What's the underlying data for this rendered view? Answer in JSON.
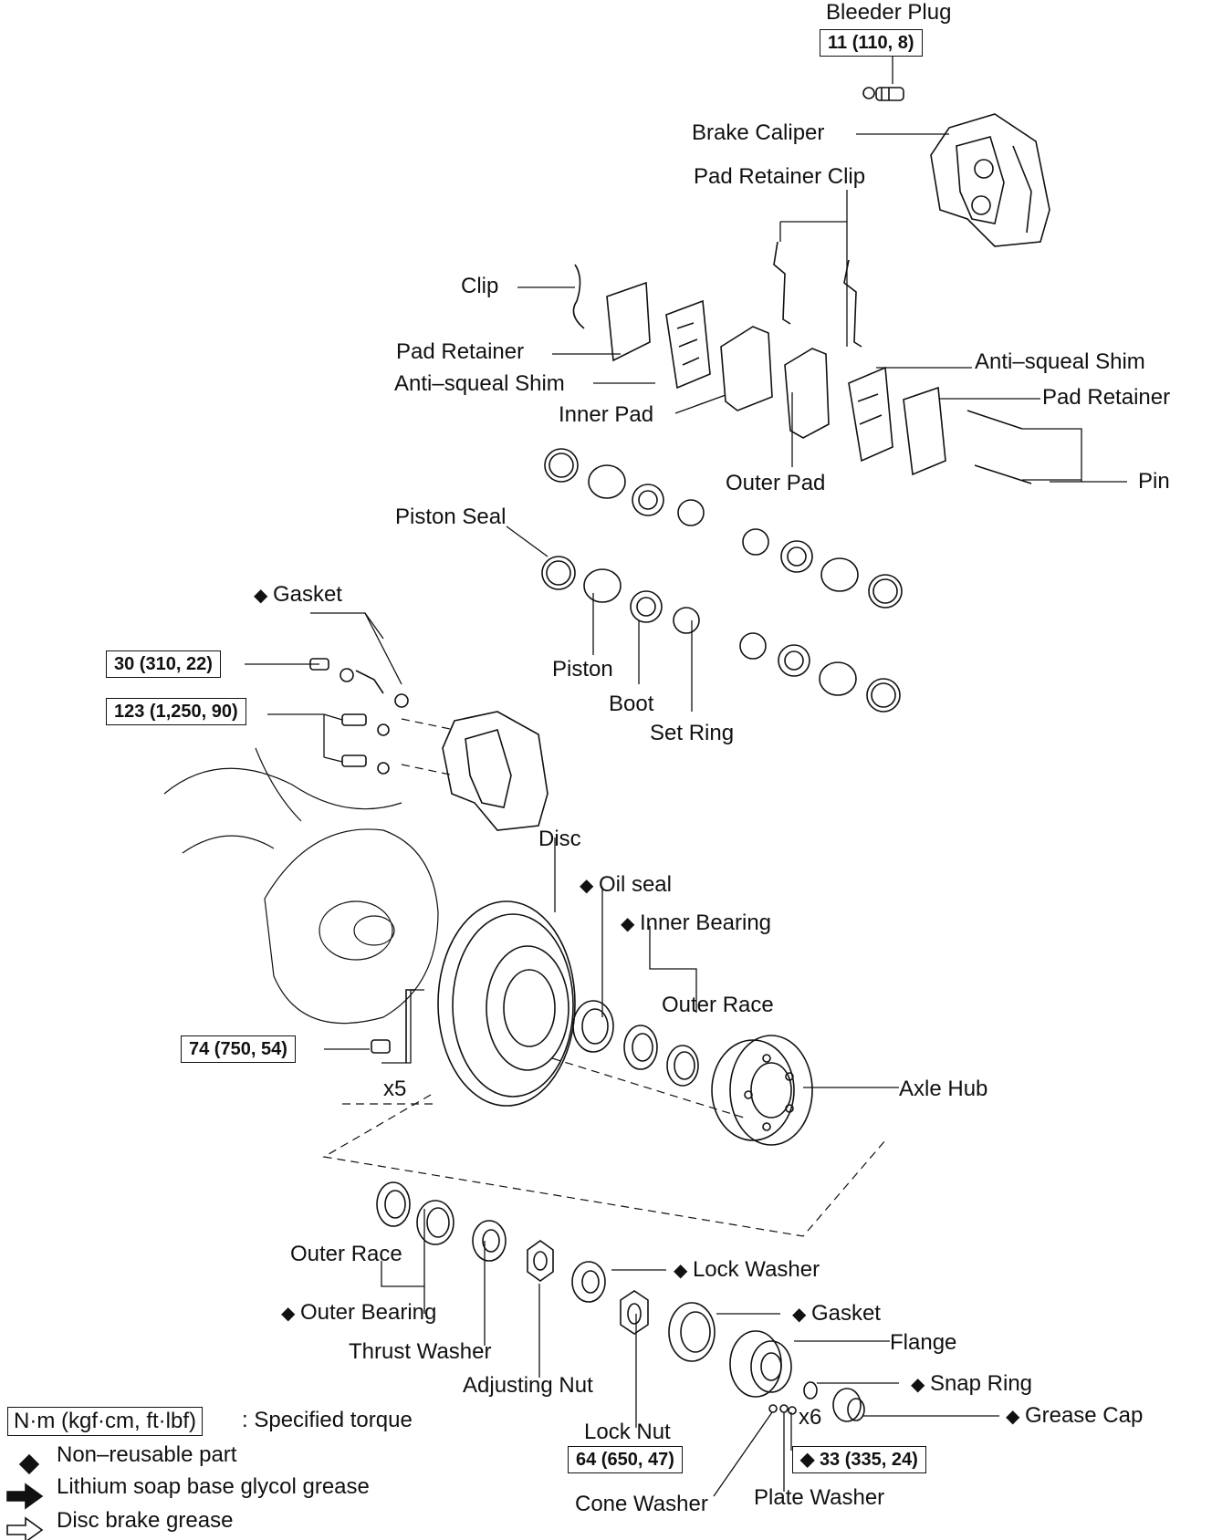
{
  "labels": {
    "bleeder_plug": "Bleeder Plug",
    "brake_caliper": "Brake Caliper",
    "pad_retainer_clip": "Pad Retainer Clip",
    "clip": "Clip",
    "pad_retainer_left": "Pad Retainer",
    "anti_squeal_shim_left": "Anti–squeal Shim",
    "inner_pad": "Inner Pad",
    "anti_squeal_shim_right": "Anti–squeal Shim",
    "pad_retainer_right": "Pad Retainer",
    "pin": "Pin",
    "outer_pad": "Outer Pad",
    "piston_seal": "Piston Seal",
    "gasket_top": "Gasket",
    "piston": "Piston",
    "boot": "Boot",
    "set_ring": "Set Ring",
    "disc": "Disc",
    "oil_seal": "Oil seal",
    "inner_bearing": "Inner Bearing",
    "outer_race_top": "Outer Race",
    "axle_hub": "Axle Hub",
    "x5": "x5",
    "outer_race_bottom": "Outer Race",
    "outer_bearing": "Outer Bearing",
    "thrust_washer": "Thrust Washer",
    "adjusting_nut": "Adjusting Nut",
    "lock_washer": "Lock Washer",
    "gasket_bottom": "Gasket",
    "flange": "Flange",
    "snap_ring": "Snap Ring",
    "grease_cap": "Grease Cap",
    "x6": "x6",
    "lock_nut": "Lock Nut",
    "cone_washer": "Cone Washer",
    "plate_washer": "Plate Washer"
  },
  "torques": {
    "bleeder": "11 (110, 8)",
    "gasket_bolt": "30 (310, 22)",
    "caliper_bolt": "123 (1,250, 90)",
    "disc_bolt": "74 (750, 54)",
    "lock_nut": "64 (650, 47)",
    "flange_nut": "33 (335, 24)"
  },
  "legend": {
    "torque_unit": "N·m (kgf·cm, ft·lbf)",
    "torque_text": ": Specified torque",
    "non_reusable": "Non–reusable part",
    "lithium": "Lithium soap base glycol grease",
    "disc_brake": "Disc brake grease"
  }
}
